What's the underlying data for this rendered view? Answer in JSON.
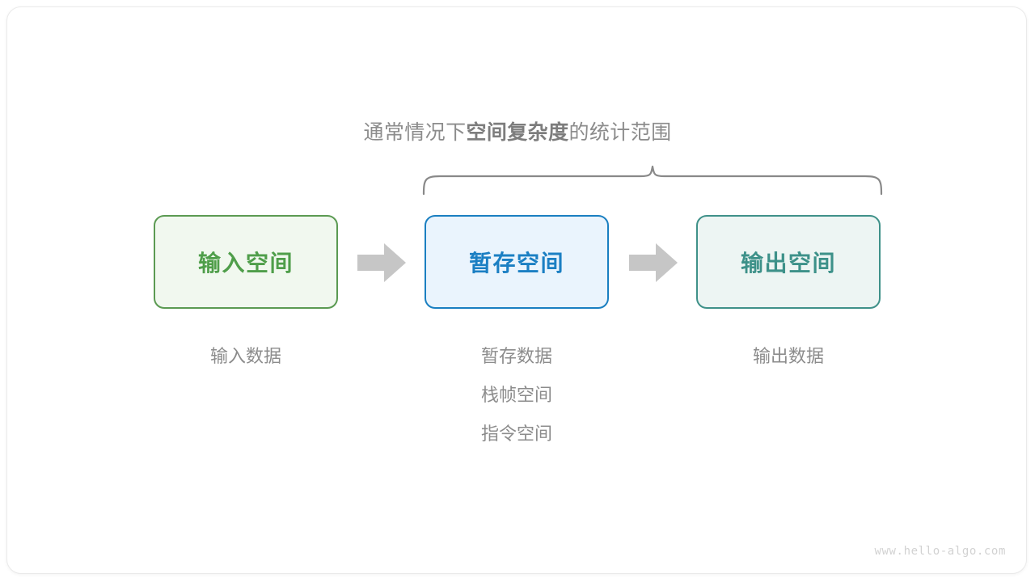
{
  "figure": {
    "watermark": "www.hello-algo.com",
    "brace_caption": {
      "prefix": "通常情况下",
      "emphasis": "空间复杂度",
      "suffix": "的统计范围"
    },
    "colors": {
      "input_border": "#5b9a52",
      "input_fill": "#f1f8ef",
      "input_text": "#4f9e4a",
      "buffer_border": "#1a7fc1",
      "buffer_fill": "#eaf4fd",
      "buffer_text": "#1b7fc3",
      "output_border": "#3f9189",
      "output_fill": "#edf5f3",
      "output_text": "#3d9189",
      "arrow": "#c6c6c6",
      "brace": "#898989",
      "caption_text": "#8c8c8c",
      "watermark": "#d2d2d2"
    },
    "stages": [
      {
        "id": "input",
        "box_label": "输入空间",
        "captions": [
          "输入数据"
        ]
      },
      {
        "id": "buffer",
        "box_label": "暂存空间",
        "captions": [
          "暂存数据",
          "栈帧空间",
          "指令空间"
        ]
      },
      {
        "id": "output",
        "box_label": "输出空间",
        "captions": [
          "输出数据"
        ]
      }
    ],
    "arrows": [
      {
        "id": "input-to-buffer",
        "glyph": "right-arrow"
      },
      {
        "id": "buffer-to-output",
        "glyph": "right-arrow"
      }
    ]
  }
}
